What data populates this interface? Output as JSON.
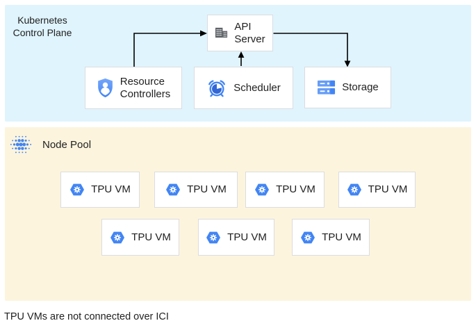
{
  "colors": {
    "control_plane_bg": "#e0f4fd",
    "node_pool_bg": "#fcf4dd",
    "node_box_bg": "#ffffff",
    "node_box_border": "#dbdce1",
    "text": "#212121",
    "google_blue": "#4285f4",
    "dark_blue": "#3367d6",
    "light_blue": "#669df6",
    "icon_gray": "#5f6368",
    "arrow": "#000000"
  },
  "control_plane": {
    "title": "Kubernetes\nControl Plane",
    "nodes": {
      "api_server": {
        "label": "API\nServer",
        "icon": "building-icon"
      },
      "resource_controllers": {
        "label": "Resource\nControllers",
        "icon": "shield-user-icon"
      },
      "scheduler": {
        "label": "Scheduler",
        "icon": "alarm-clock-icon"
      },
      "storage": {
        "label": "Storage",
        "icon": "storage-stack-icon"
      }
    },
    "arrows": [
      {
        "from": "resource_controllers",
        "to": "api_server"
      },
      {
        "from": "scheduler",
        "to": "api_server"
      },
      {
        "from": "api_server",
        "to": "storage"
      }
    ]
  },
  "node_pool": {
    "title": "Node Pool",
    "icon": "dots-grid-icon",
    "vms": [
      {
        "label": "TPU VM"
      },
      {
        "label": "TPU VM"
      },
      {
        "label": "TPU VM"
      },
      {
        "label": "TPU VM"
      },
      {
        "label": "TPU VM"
      },
      {
        "label": "TPU VM"
      },
      {
        "label": "TPU VM"
      }
    ]
  },
  "caption": "TPU VMs are not connected over ICI"
}
